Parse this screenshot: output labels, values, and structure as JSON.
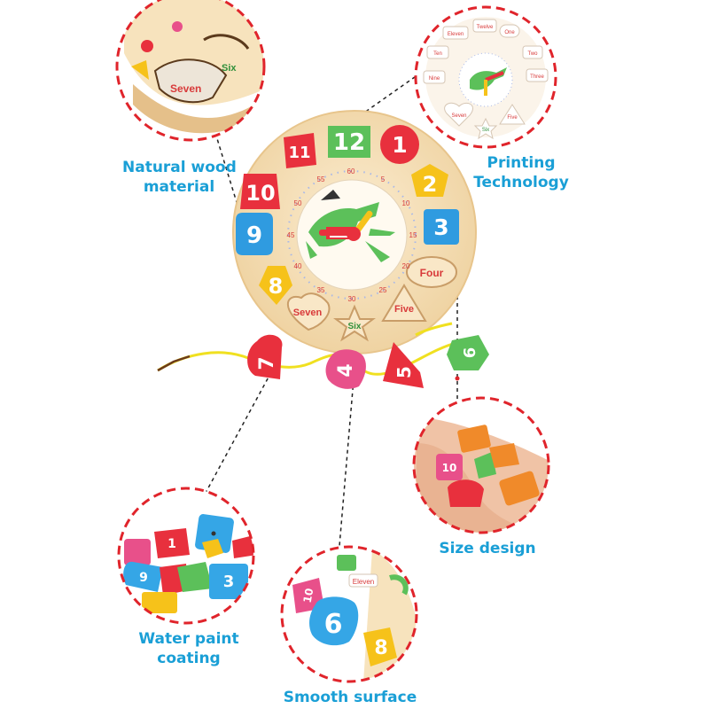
{
  "features": {
    "natural_wood": [
      "Natural wood",
      "material"
    ],
    "printing": [
      "Printing",
      "Technology"
    ],
    "size_design": "Size design",
    "water_paint": [
      "Water paint",
      "coating"
    ],
    "smooth_surface": "Smooth surface"
  },
  "clock": {
    "hour_numbers": [
      "12",
      "1",
      "2",
      "3",
      "4",
      "5",
      "6",
      "7",
      "8",
      "9",
      "10",
      "11"
    ],
    "hole_words": [
      "Four",
      "Five",
      "Six",
      "Seven"
    ],
    "minute_marks": [
      "60",
      "5",
      "10",
      "15",
      "20",
      "25",
      "30",
      "35",
      "40",
      "45",
      "50",
      "55"
    ]
  },
  "zoom_photos": {
    "wood_words": [
      "Seven",
      "Six"
    ],
    "printing_words": [
      "Eleven",
      "Twelve",
      "One",
      "Ten",
      "Two",
      "Nine",
      "Three",
      "Seven",
      "Six",
      "Five"
    ],
    "smooth_words": [
      "10",
      "6",
      "8",
      "Eleven"
    ]
  },
  "colors": {
    "label_blue": "#1a9fd6",
    "dashed_red": "#e0242b",
    "wood": "#f3dcb2"
  }
}
